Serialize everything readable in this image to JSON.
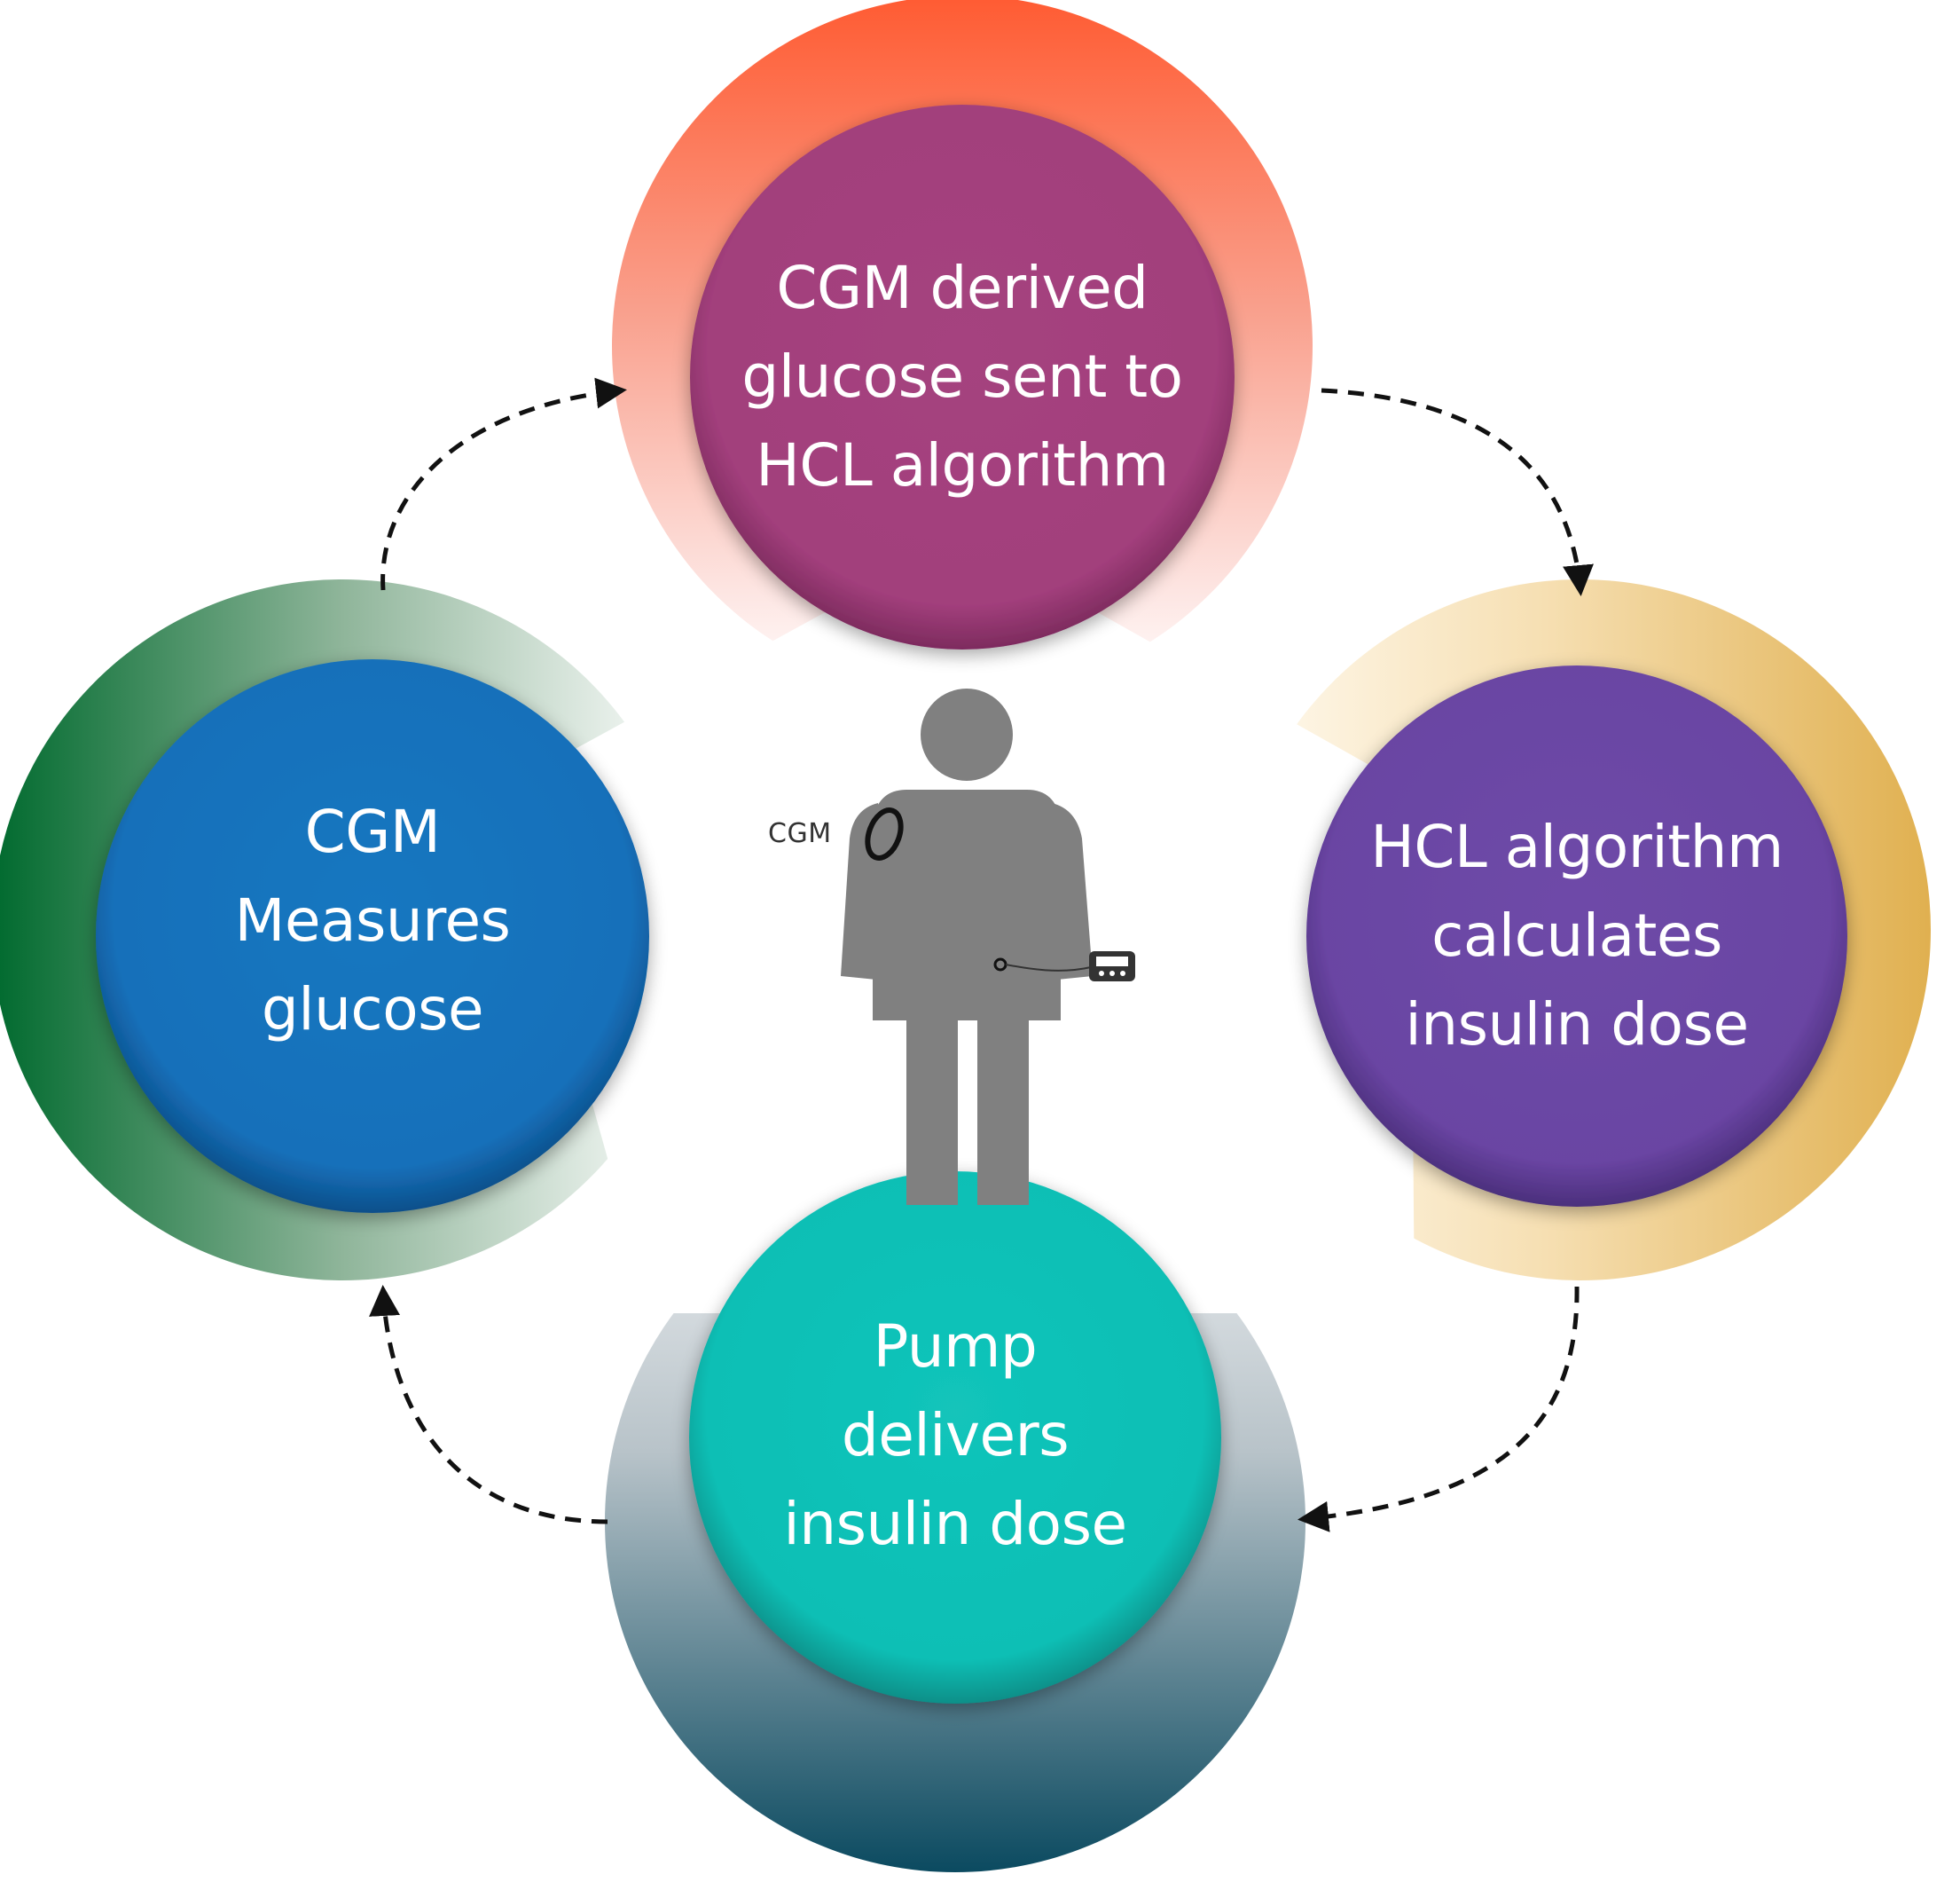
{
  "nodes": {
    "top": {
      "lines": [
        "CGM derived",
        "glucose sent to",
        "HCL algorithm"
      ]
    },
    "right": {
      "lines": [
        "HCL algorithm",
        "calculates",
        "insulin dose"
      ]
    },
    "bottom": {
      "lines": [
        "Pump",
        "delivers",
        "insulin dose"
      ]
    },
    "left": {
      "lines": [
        "CGM",
        "Measures",
        "glucose"
      ]
    }
  },
  "center": {
    "sensor_label": "CGM"
  },
  "colors": {
    "top_inner": "#a23f7c",
    "right_inner": "#6a45a3",
    "bottom_inner": "#0dbfb5",
    "left_inner": "#1570ba",
    "figure": "#808080",
    "arrow": "#111111"
  }
}
